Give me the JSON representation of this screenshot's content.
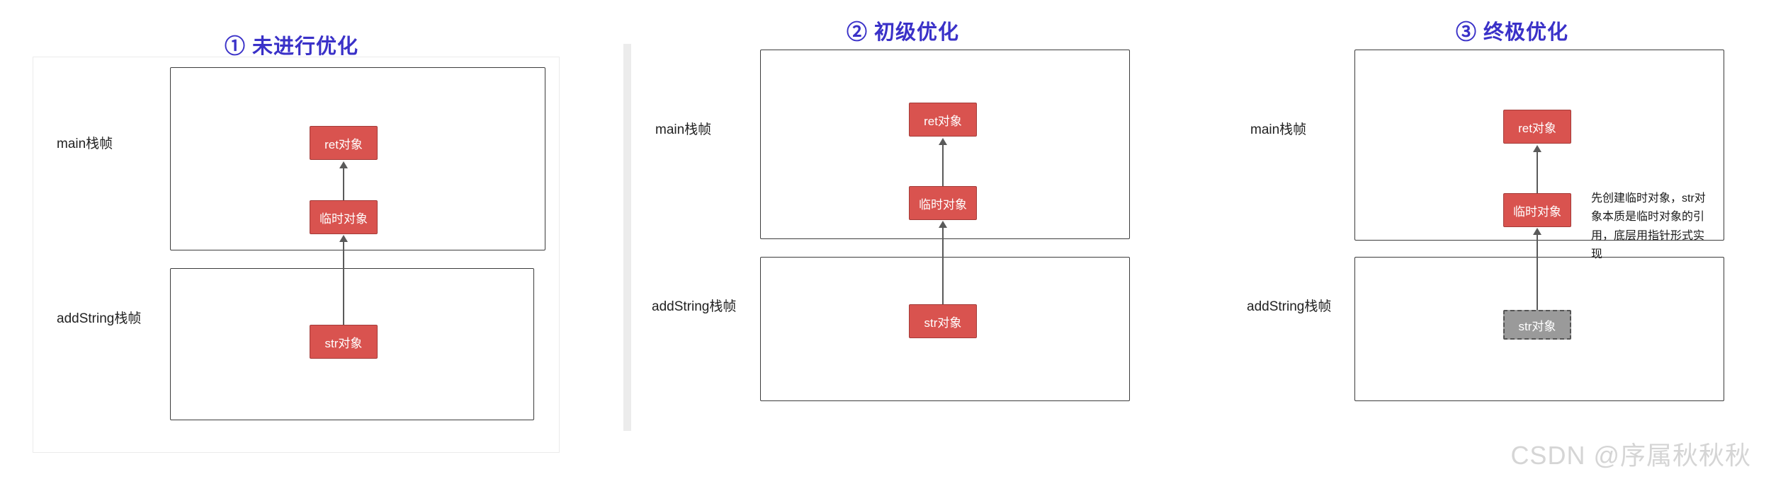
{
  "panels": [
    {
      "id": "panel-1",
      "title": "① 未进行优化",
      "frames": [
        {
          "label": "main栈帧"
        },
        {
          "label": "addString栈帧"
        }
      ],
      "objects": [
        {
          "label": "ret对象"
        },
        {
          "label": "临时对象"
        },
        {
          "label": "str对象"
        }
      ],
      "note": ""
    },
    {
      "id": "panel-2",
      "title": "② 初级优化",
      "frames": [
        {
          "label": "main栈帧"
        },
        {
          "label": "addString栈帧"
        }
      ],
      "objects": [
        {
          "label": "ret对象"
        },
        {
          "label": "临时对象"
        },
        {
          "label": "str对象"
        }
      ],
      "note": ""
    },
    {
      "id": "panel-3",
      "title": "③ 终极优化",
      "frames": [
        {
          "label": "main栈帧"
        },
        {
          "label": "addString栈帧"
        }
      ],
      "objects": [
        {
          "label": "ret对象"
        },
        {
          "label": "临时对象"
        },
        {
          "label": "str对象"
        }
      ],
      "note": "先创建临时对象，str对象本质是临时对象的引用，底层用指针形式实现"
    }
  ],
  "watermark": "CSDN @序属秋秋秋",
  "colors": {
    "title": "#3a31c8",
    "object_fill": "#d9534f",
    "object_border": "#a33b38",
    "ghost_fill": "#9a9a9a",
    "frame_border": "#3c3c3c",
    "arrow": "#5a5a5a",
    "watermark": "#d5d5d5"
  }
}
